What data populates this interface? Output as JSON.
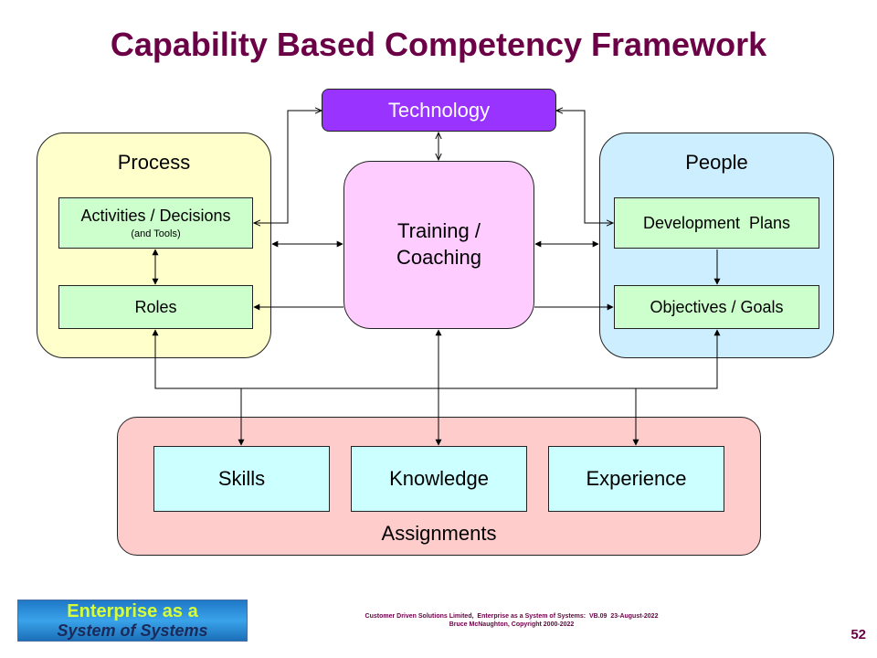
{
  "title": "Capability Based Competency Framework",
  "technology": {
    "label": "Technology"
  },
  "process": {
    "label": "Process",
    "activities": "Activities / Decisions",
    "activities_sub": "(and Tools)",
    "roles": "Roles"
  },
  "training": {
    "line1": "Training /",
    "line2": "Coaching"
  },
  "people": {
    "label": "People",
    "development": "Development  Plans",
    "objectives": "Objectives / Goals"
  },
  "assignments": {
    "label": "Assignments",
    "skills": "Skills",
    "knowledge": "Knowledge",
    "experience": "Experience"
  },
  "logo": {
    "line1": "Enterprise as a",
    "line2": "System of Systems"
  },
  "footer": {
    "line1": "Customer Driven Solutions Limited,  Enterprise as a System of Systems:  VB.09  23-August-2022",
    "line2": "Bruce McNaughton, Copyright 2000-2022"
  },
  "page_number": "52",
  "colors": {
    "title": "#6b0046",
    "technology": "#9933ff",
    "process_bg": "#ffffcc",
    "people_bg": "#cceeff",
    "training_bg": "#ffccff",
    "assignments_bg": "#ffcccc",
    "green_box": "#ccffcc",
    "cyan_box": "#ccffff"
  }
}
